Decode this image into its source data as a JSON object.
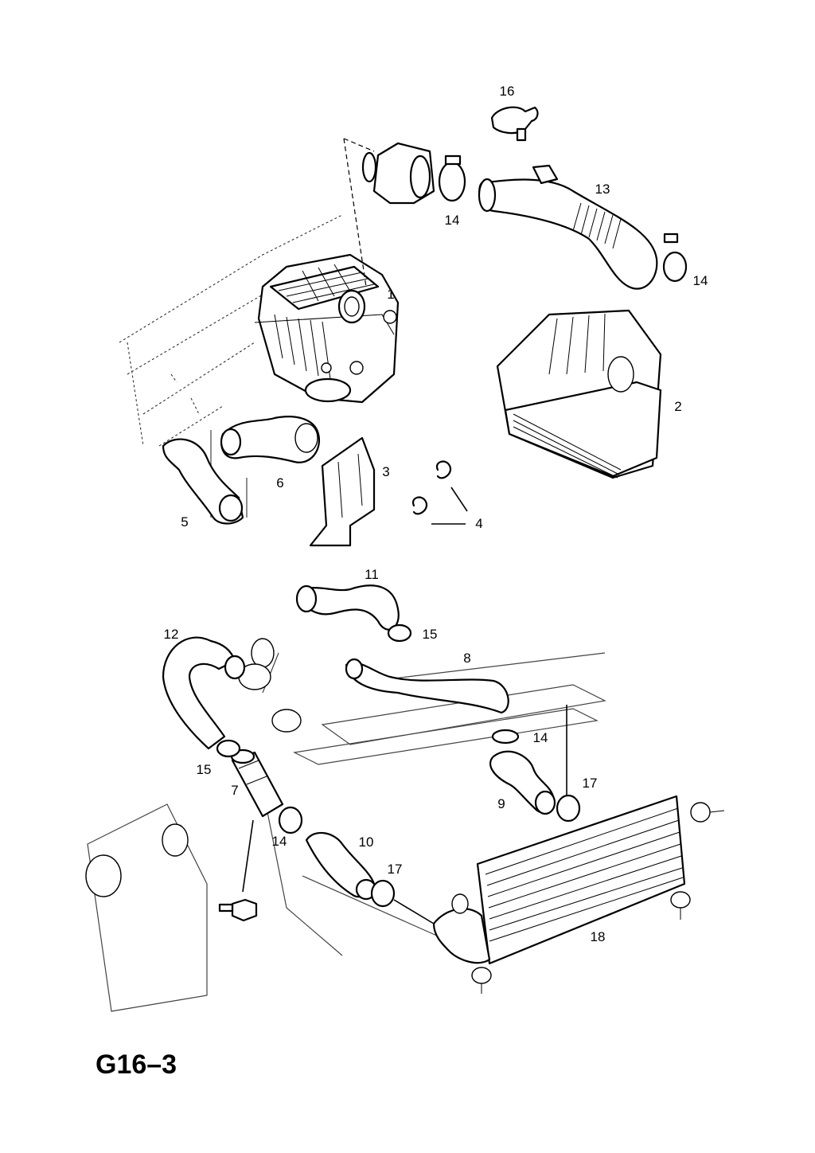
{
  "page_code": "G16–3",
  "callouts": [
    "1",
    "2",
    "3",
    "4",
    "5",
    "6",
    "7",
    "8",
    "9",
    "10",
    "11",
    "12",
    "13",
    "14",
    "14",
    "14",
    "14",
    "15",
    "15",
    "16",
    "17",
    "17",
    "18"
  ]
}
